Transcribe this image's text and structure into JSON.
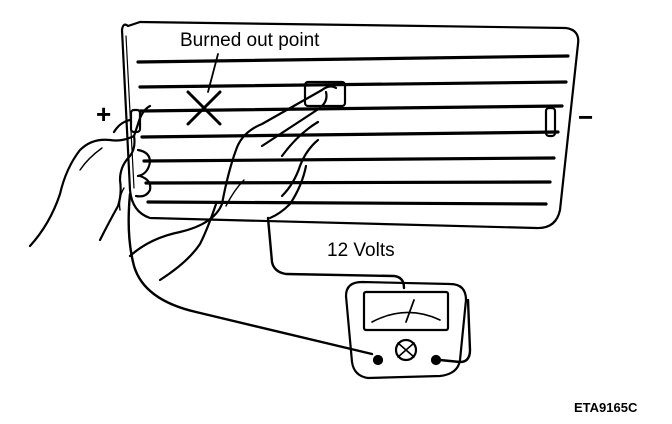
{
  "labels": {
    "burned_out_point": "Burned out point",
    "voltage": "12 Volts",
    "positive": "+",
    "negative": "−",
    "figure_code": "ETA9165C"
  },
  "colors": {
    "line": "#000000",
    "background": "#ffffff"
  }
}
